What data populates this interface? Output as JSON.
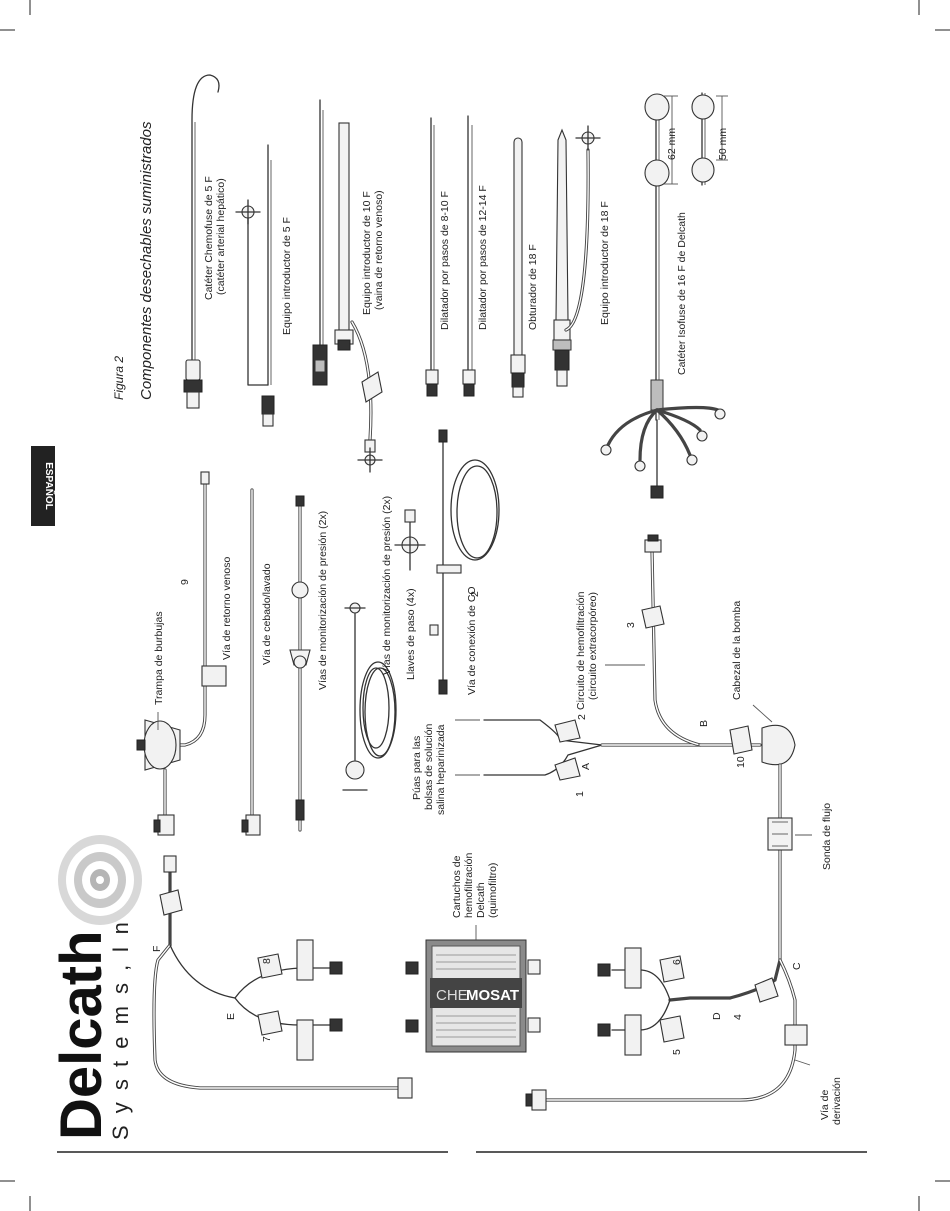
{
  "language_tab": "ESPAÑOL",
  "brand": {
    "name": "Delcath",
    "registered": "®",
    "tagline": "S y s t e m s ,   I n c ."
  },
  "figure": {
    "number": "Figura 2",
    "title": "Componentes desechables suministrados"
  },
  "components": {
    "chemofuse": [
      "Catéter Chemofuse de 5 F",
      "(catéter arterial hepático)"
    ],
    "introducer_5f": "Equipo introductor de 5 F",
    "introducer_10f": [
      "Equipo introductor de 10 F",
      "(vaina de retorno venoso)"
    ],
    "dilator_8_10": "Dilatador por pasos de 8-10 F",
    "dilator_12_14": "Dilatador por pasos de 12-14 F",
    "obturator_18f": "Obturador de 18 F",
    "introducer_18f": "Equipo introductor de 18 F",
    "isofuse": "Catéter Isofuse de 16 F de Delcath",
    "dim_62": "62 mm",
    "dim_50": "50 mm",
    "bubble_trap": "Trampa de burbujas",
    "venous_return": "Vía de retorno venoso",
    "priming": "Vía de cebado/lavado",
    "pressure_lines": "Vías de monitorización de presión (2x)",
    "pressure_lines_b": "Vías de monitorización de presión (2x)",
    "stopcocks": "Llaves de paso (4x)",
    "co2_line": "Vía de conexión de CO",
    "co2_sub": "2",
    "spikes": [
      "Púas para las",
      "bolsas de solución",
      "salina heparinizada"
    ],
    "hemofiltration": [
      "Circuito de hemofiltración",
      "(circuito extracorpóreo)"
    ],
    "pump_head": "Cabezal de la bomba",
    "flow_probe": "Sonda de flujo",
    "cartridges": [
      "Cartuchos de",
      "hemofiltración",
      "Delcath",
      "(quimofiltro)"
    ],
    "cartridge_brand_a": "CHE",
    "cartridge_brand_b": "MOSAT",
    "bypass": [
      "Vía de",
      "derivación"
    ]
  },
  "markers": {
    "m1": "1",
    "m2": "2",
    "m3": "3",
    "m4": "4",
    "m5": "5",
    "m6": "6",
    "m7": "7",
    "m8": "8",
    "m9": "9",
    "m10": "10",
    "A": "A",
    "B": "B",
    "C": "C",
    "D": "D",
    "E": "E",
    "F": "F"
  },
  "colors": {
    "ink": "#333333",
    "tab_bg": "#222222",
    "tab_fg": "#ffffff",
    "light": "#bdbdbd"
  }
}
